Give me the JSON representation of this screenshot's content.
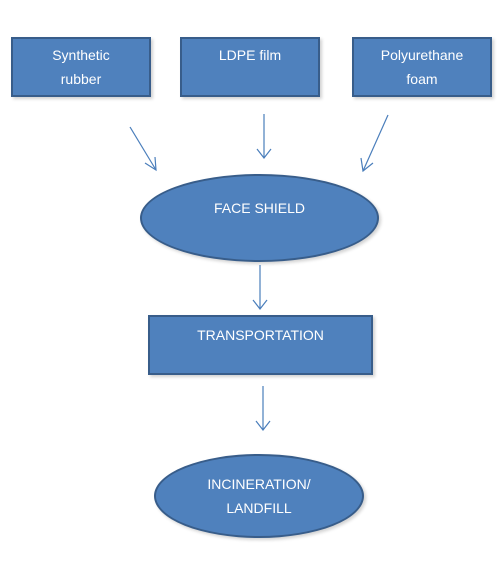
{
  "inputs": [
    {
      "lines": [
        "Synthetic",
        "rubber"
      ]
    },
    {
      "lines": [
        "LDPE film"
      ]
    },
    {
      "lines": [
        "Polyurethane",
        "foam"
      ]
    }
  ],
  "product": {
    "label": "FACE SHIELD"
  },
  "transport": {
    "label": "TRANSPORTATION"
  },
  "disposal": {
    "lines": [
      "INCINERATION/",
      "LANDFILL"
    ]
  },
  "colors": {
    "shape_fill": "#4f81bd",
    "shape_border": "#385d8a",
    "arrow": "#4a7ebb",
    "text": "#ffffff"
  }
}
